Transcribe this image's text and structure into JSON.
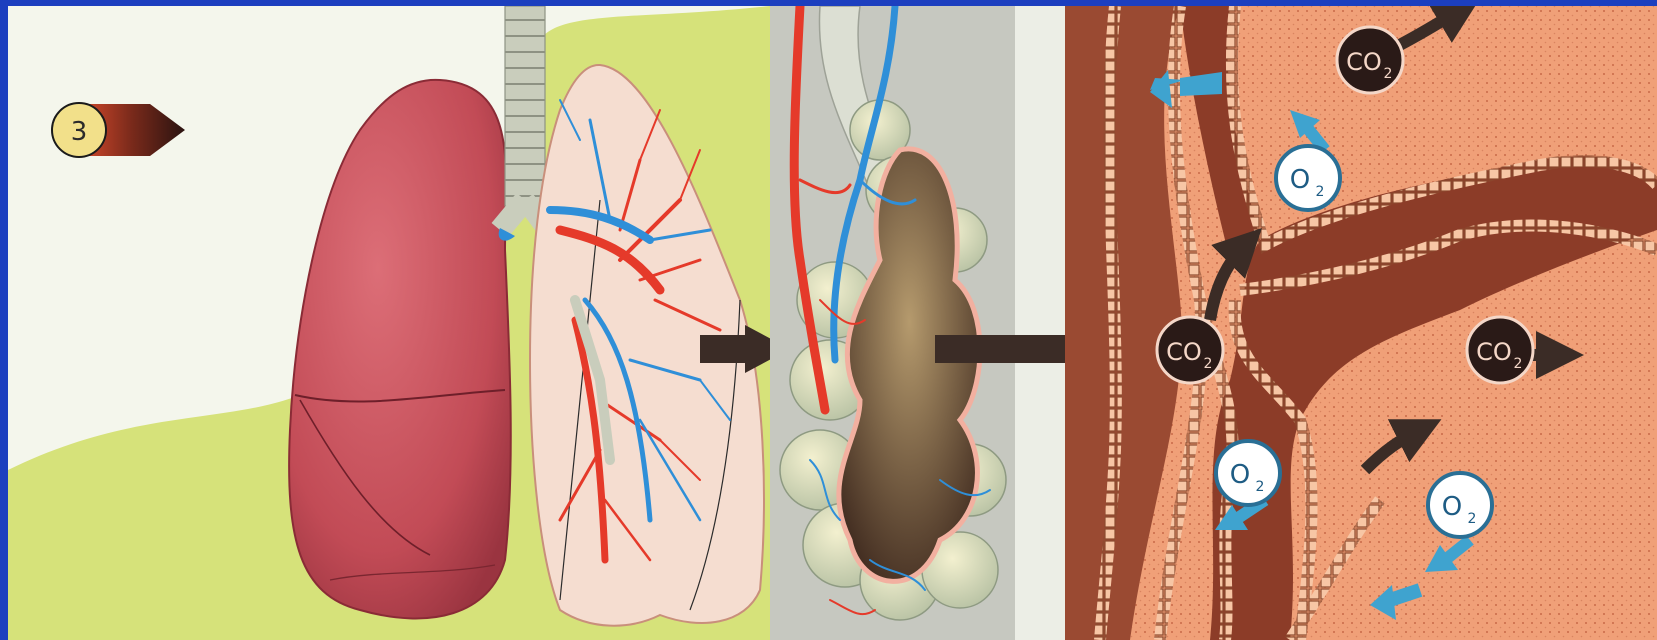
{
  "marker": {
    "number": "3"
  },
  "molecules": {
    "co2_main": "CO",
    "co2_sub": "2",
    "o2_main": "O",
    "o2_sub": "2"
  },
  "colors": {
    "frame": "#1c3fbf",
    "lung": "#c9505b",
    "artery": "#e53a2a",
    "vein": "#2f8fd8",
    "tissue": "#f0a078",
    "capillary_wall": "#7a3e28",
    "gas_arrow": "#3fa3cf",
    "flow_arrow": "#3b2c26",
    "co2_disc": "#2a1a17",
    "o2_disc": "#ffffff"
  }
}
